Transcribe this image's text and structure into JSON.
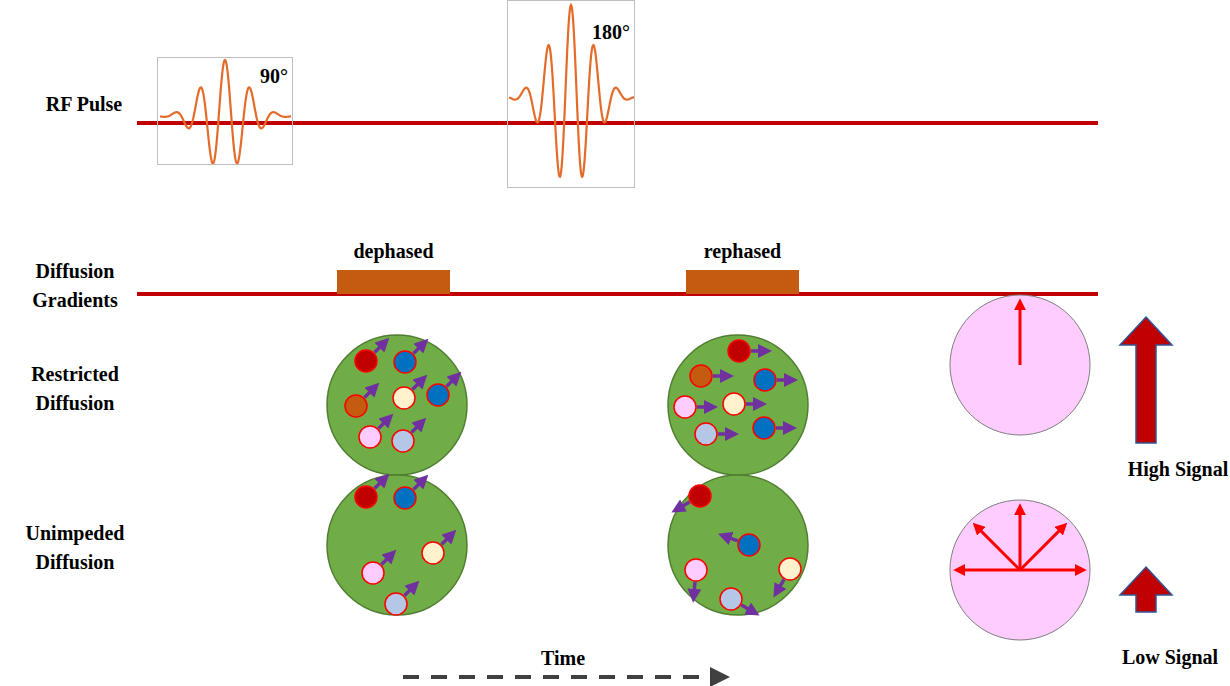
{
  "diagram": {
    "nodes": [
      {
        "text": [
          "90°"
        ]
      },
      {
        "text": [
          "180°"
        ]
      },
      {
        "text": [
          "dephased"
        ]
      },
      {
        "text": [
          "rephased"
        ]
      }
    ],
    "labels": [
      "RF Pulse",
      "Diffusion Gradients",
      "Restricted Diffusion",
      "Unimpeded Diffusion",
      "High Signal",
      "Low Signal",
      "Time"
    ]
  }
}
